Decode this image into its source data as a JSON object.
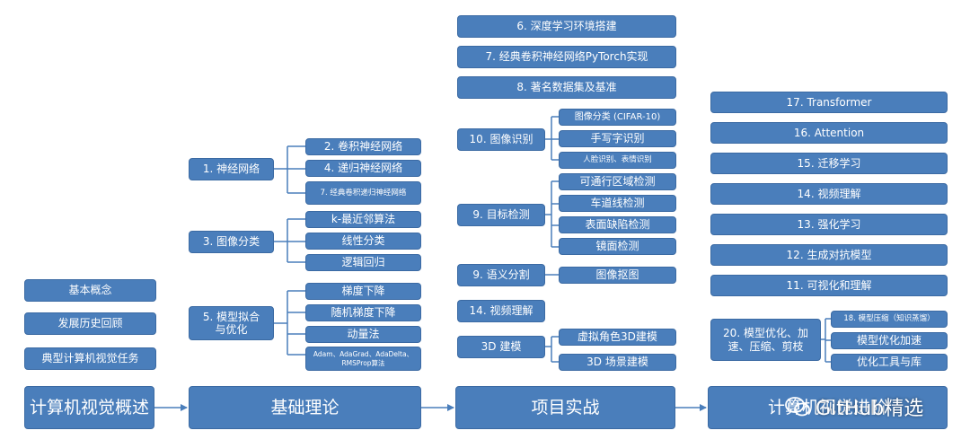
{
  "stages": {
    "overview": "计算机视觉概述",
    "theory": "基础理论",
    "practice": "项目实战",
    "advanced": "计算机视觉进阶"
  },
  "overview": {
    "basic": "基本概念",
    "history": "发展历史回顾",
    "tasks": "典型计算机视觉任务"
  },
  "theory": {
    "nn": {
      "label": "1. 神经网络",
      "children": [
        "2. 卷积神经网络",
        "4. 递归神经网络",
        "7. 经典卷积递归神经网络"
      ]
    },
    "cls": {
      "label": "3. 图像分类",
      "children": [
        "k-最近邻算法",
        "线性分类",
        "逻辑回归"
      ]
    },
    "fit": {
      "label": "5. 模型拟合与优化",
      "children": [
        "梯度下降",
        "随机梯度下降",
        "动量法",
        "Adam、AdaGrad、AdaDelta、RMSProp算法"
      ]
    }
  },
  "practice": {
    "env": "6. 深度学习环境搭建",
    "pytorch": "7. 经典卷积神经网络PyTorch实现",
    "datasets": "8. 著名数据集及基准",
    "recog": {
      "label": "10. 图像识别",
      "children": [
        "图像分类 (CIFAR-10)",
        "手写字识别",
        "人脸识别、表情识别"
      ]
    },
    "detect": {
      "label": "9. 目标检测",
      "children": [
        "可通行区域检测",
        "车道线检测",
        "表面缺陷检测",
        "镜面检测"
      ]
    },
    "seg": {
      "label": "9. 语义分割",
      "children": [
        "图像抠图"
      ]
    },
    "video": "14. 视频理解",
    "model3d": {
      "label": "3D 建模",
      "children": [
        "虚拟角色3D建模",
        "3D 场景建模"
      ]
    }
  },
  "advanced": {
    "topics": [
      "17. Transformer",
      "16. Attention",
      "15. 迁移学习",
      "14. 视频理解",
      "13. 强化学习",
      "12. 生成对抗模型",
      "11. 可视化和理解"
    ],
    "compress": {
      "label": "20. 模型优化、加速、压缩、剪枝",
      "children": [
        "18. 模型压缩（知识蒸馏）",
        "模型优化加速",
        "优化工具与库"
      ]
    }
  },
  "watermark": "GitHub精选",
  "colors": {
    "box": "#4a7ebb",
    "border": "#3b6aa3",
    "line": "#4a7ebb",
    "text": "#ffffff"
  }
}
